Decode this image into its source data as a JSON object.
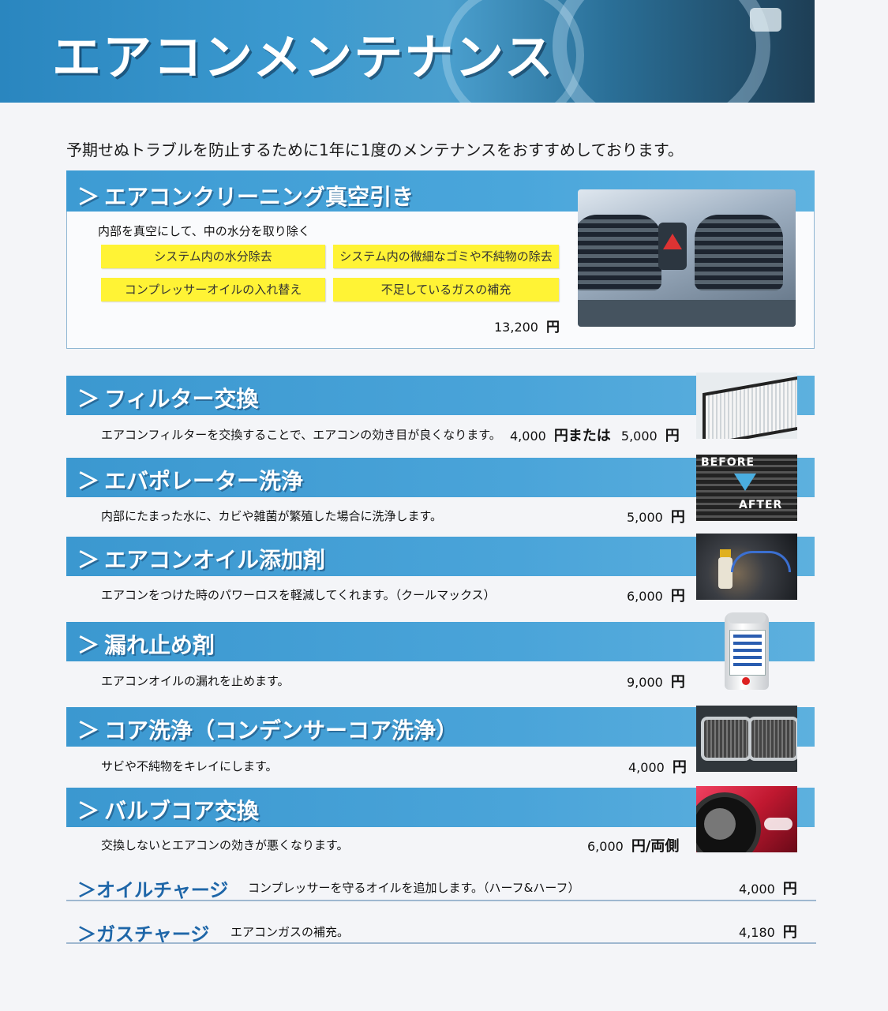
{
  "banner": {
    "title": "エアコンメンテナンス"
  },
  "intro": "予期せぬトラブルを防止するために1年に1度のメンテナンスをおすすめしております。",
  "arrow": "＞",
  "yen": "円",
  "cleaning": {
    "title": "エアコンクリーニング真空引き",
    "subtitle": "内部を真空にして、中の水分を取り除く",
    "chips": [
      "システム内の水分除去",
      "システム内の微細なゴミや不純物の除去",
      "コンプレッサーオイルの入れ替え",
      "不足しているガスの補充"
    ],
    "price": "13,200"
  },
  "filter": {
    "title": "フィルター交換",
    "desc": "エアコンフィルターを交換することで、エアコンの効き目が良くなります。",
    "price1": "4,000",
    "or_label": "円または",
    "price2": "5,000"
  },
  "evaporator": {
    "title": "エバポレーター洗浄",
    "desc": "内部にたまった水に、カビや雑菌が繁殖した場合に洗浄します。",
    "price": "5,000",
    "photo_before": "BEFORE",
    "photo_after": "AFTER"
  },
  "oil_additive": {
    "title": "エアコンオイル添加剤",
    "desc": "エアコンをつけた時のパワーロスを軽減してくれます。（クールマックス）",
    "price": "6,000"
  },
  "leak_stop": {
    "title": "漏れ止め剤",
    "desc": "エアコンオイルの漏れを止めます。",
    "price": "9,000"
  },
  "core_wash": {
    "title": "コア洗浄（コンデンサーコア洗浄）",
    "desc": "サビや不純物をキレイにします。",
    "price": "4,000"
  },
  "valve_core": {
    "title": "バルブコア交換",
    "desc": "交換しないとエアコンの効きが悪くなります。",
    "price": "6,000",
    "unit": "円/両側"
  },
  "oil_charge": {
    "title": "オイルチャージ",
    "desc": "コンプレッサーを守るオイルを追加します。（ハーフ&ハーフ）",
    "price": "4,000"
  },
  "gas_charge": {
    "title": "ガスチャージ",
    "desc": "エアコンガスの補充。",
    "price": "4,180"
  }
}
